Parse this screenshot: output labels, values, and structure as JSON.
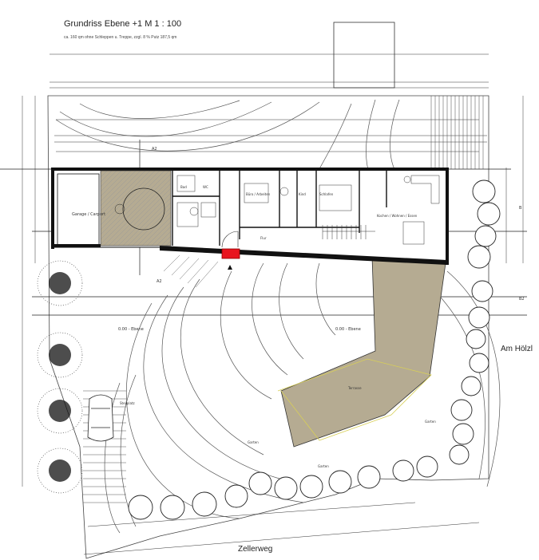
{
  "title_block": {
    "heading": "Grundriss Ebene +1    M 1 : 100",
    "subheading": "ca. 160 qm ohne Schleppen u. Treppe, zzgl. 8 % Putz 187,5 qm"
  },
  "streets": {
    "east": "Am Hölzl",
    "south": "Zellerweg"
  },
  "section_marks": {
    "a_upper": "A2",
    "a_lower": "A2",
    "b_upper": "B",
    "b_lower": "B2"
  },
  "rooms": {
    "garage": "Garage / Carport",
    "bath": "Bad",
    "wc": "WC",
    "office": "Büro / Arbeiten",
    "child": "Kind",
    "sleep": "Schlafen",
    "kitchen_living": "Kochen / Wohnen / Essen",
    "hall": "Flur"
  },
  "labels": {
    "level_west": "0.00 - Ebene",
    "level_mid": "0.00 - Ebene",
    "terrace": "Terrasse",
    "parking": "Stellplatz",
    "garden_1": "Garten",
    "garden_2": "Garten",
    "garden_3": "Garten"
  }
}
